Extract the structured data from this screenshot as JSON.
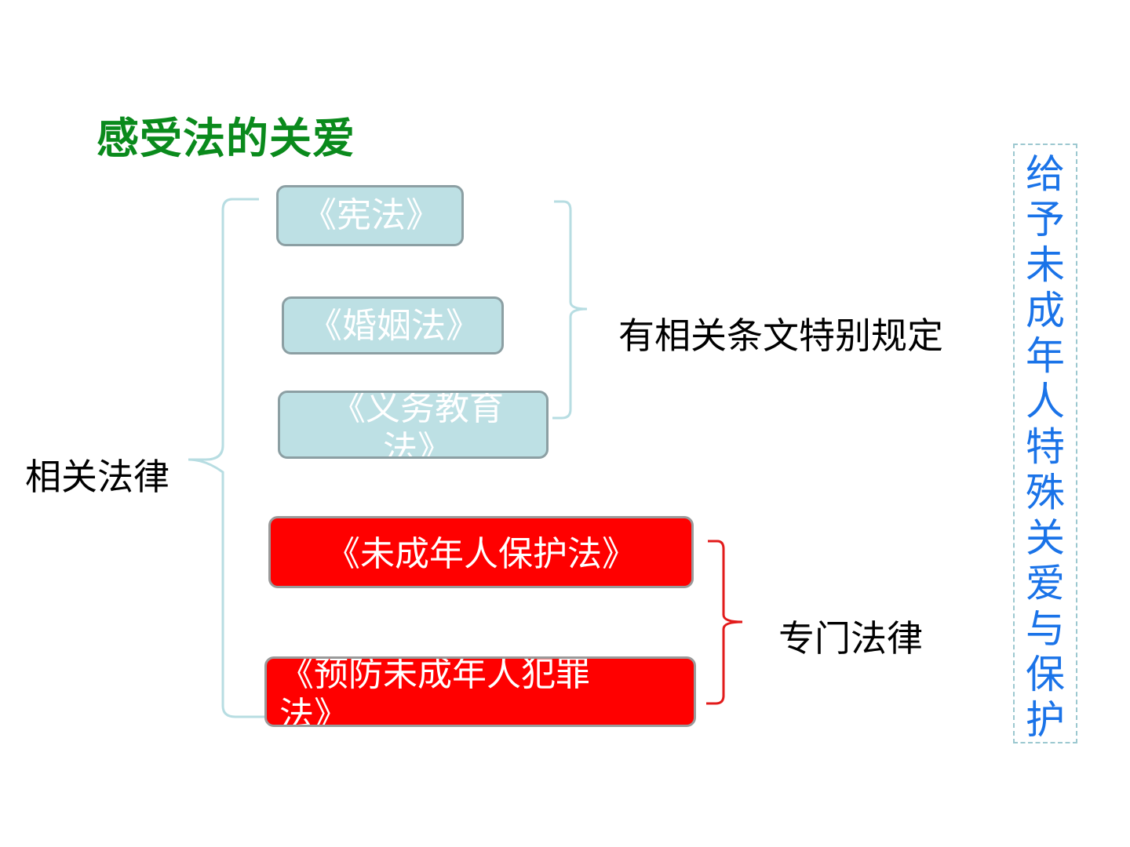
{
  "title": "感受法的关爱",
  "left_label": "相关法律",
  "general_laws": [
    {
      "label": "《宪法》"
    },
    {
      "label": "《婚姻法》"
    },
    {
      "label": "《义务教育法》"
    }
  ],
  "general_laws_note": "有相关条文特别规定",
  "special_laws": [
    {
      "label": "《未成年人保护法》"
    },
    {
      "label": "《预防未成年人犯罪法》"
    }
  ],
  "special_laws_note": "专门法律",
  "side_text": "给予未成年人特殊关爱与保护",
  "colors": {
    "title": "#0a8a1c",
    "teal_box": "#bde0e4",
    "red_box": "#ff0000",
    "side_text": "#1a73e8",
    "teal_bracket": "#b7dde2",
    "red_bracket": "#e21b1b"
  }
}
